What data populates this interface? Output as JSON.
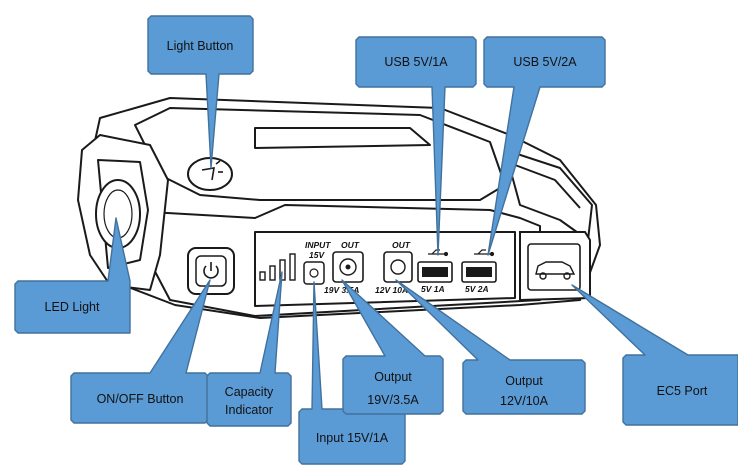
{
  "colors": {
    "callout_fill": "#5b9bd5",
    "callout_stroke": "#41719c",
    "device_stroke": "#1a1a1a",
    "device_fill": "#ffffff"
  },
  "device": {
    "port_labels": {
      "input": "INPUT",
      "input_volt": "15V",
      "out_left": "OUT",
      "out_right": "OUT",
      "out_19v": "19V 3.5A",
      "out_12v": "12V 10A",
      "usb1": "5V 1A",
      "usb2": "5V 2A"
    },
    "icons": [
      "power-icon",
      "light-icon",
      "usb-icon",
      "car-icon"
    ]
  },
  "callouts": {
    "light_button": [
      "Light Button"
    ],
    "usb_1a": [
      "USB 5V/1A"
    ],
    "usb_2a": [
      "USB 5V/2A"
    ],
    "led_light": [
      "LED Light"
    ],
    "on_off": [
      "ON/OFF Button"
    ],
    "capacity": [
      "Capacity",
      "Indicator"
    ],
    "input": [
      "Input 15V/1A"
    ],
    "out_19v": [
      "Output",
      "19V/3.5A"
    ],
    "out_12v": [
      "Output",
      "12V/10A"
    ],
    "ec5": [
      "EC5 Port"
    ]
  }
}
